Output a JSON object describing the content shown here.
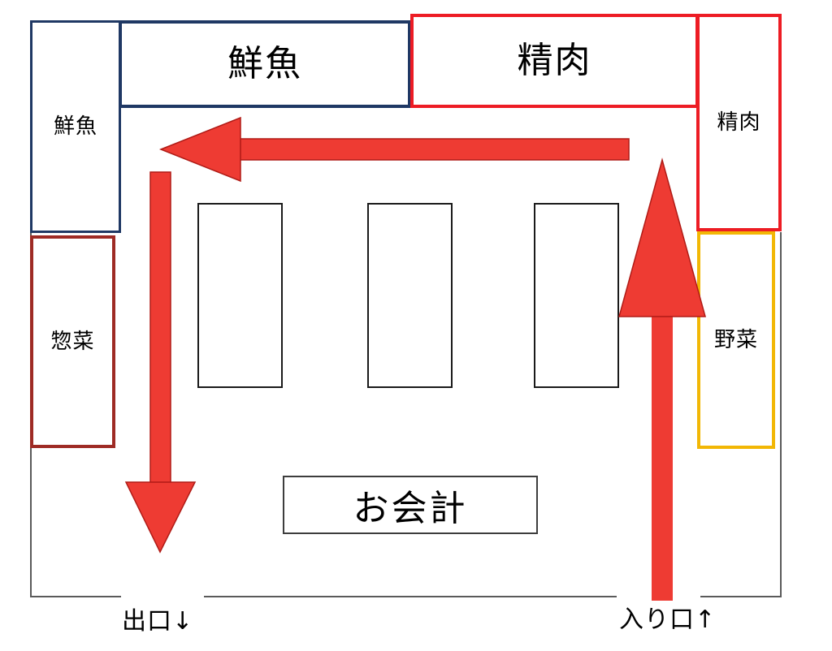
{
  "diagram": {
    "title": "supermarket-store-layout-flow",
    "colors": {
      "fish_border": "#1F3864",
      "meat_border": "#ED1C24",
      "deli_border": "#9E2B25",
      "vegetable_border": "#F2B705",
      "shelf_border": "#1A1A1A",
      "wall": "#5A5A5A",
      "arrow": "#EE3B33",
      "background": "#FFFFFF"
    },
    "departments": {
      "fish_top": "鮮魚",
      "fish_left": "鮮魚",
      "meat_top": "精肉",
      "meat_right": "精肉",
      "deli": "惣菜",
      "vegetable": "野菜"
    },
    "checkout": {
      "label": "お会計"
    },
    "doors": {
      "exit": "出口↓",
      "entrance": "入り口↑"
    },
    "shelves": [
      {
        "name": "shelf-1"
      },
      {
        "name": "shelf-2"
      },
      {
        "name": "shelf-3"
      }
    ],
    "flow": {
      "entrance_arrow": "up",
      "aisle_arrow": "left",
      "exit_arrow": "down"
    }
  }
}
